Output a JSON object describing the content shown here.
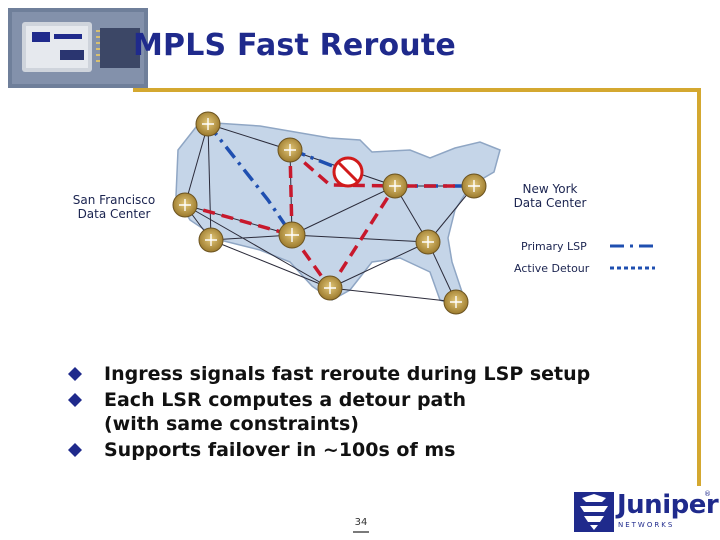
{
  "slide": {
    "title": "MPLS Fast Reroute",
    "page_number": "34"
  },
  "diagram": {
    "site_labels": {
      "san_francisco": [
        "San Francisco",
        "Data Center"
      ],
      "new_york": [
        "New York",
        "Data Center"
      ]
    },
    "legend": {
      "primary_label": "Primary LSP",
      "detour_label": "Active Detour"
    },
    "colors": {
      "primary": "#1f4fb0",
      "detour": "#c8182c",
      "failure": "#d11a1a",
      "map_fill": "#c5d5e8",
      "router": "#c09a40"
    }
  },
  "bullets": [
    {
      "text": "Ingress signals fast reroute during LSP setup"
    },
    {
      "text": "Each LSR computes a detour path"
    },
    {
      "text": "(with same constraints)"
    },
    {
      "text": "Supports failover in ~100s of ms"
    }
  ],
  "logo": {
    "word": "Juniper",
    "sub": "NETWORKS",
    "reg": "®"
  }
}
